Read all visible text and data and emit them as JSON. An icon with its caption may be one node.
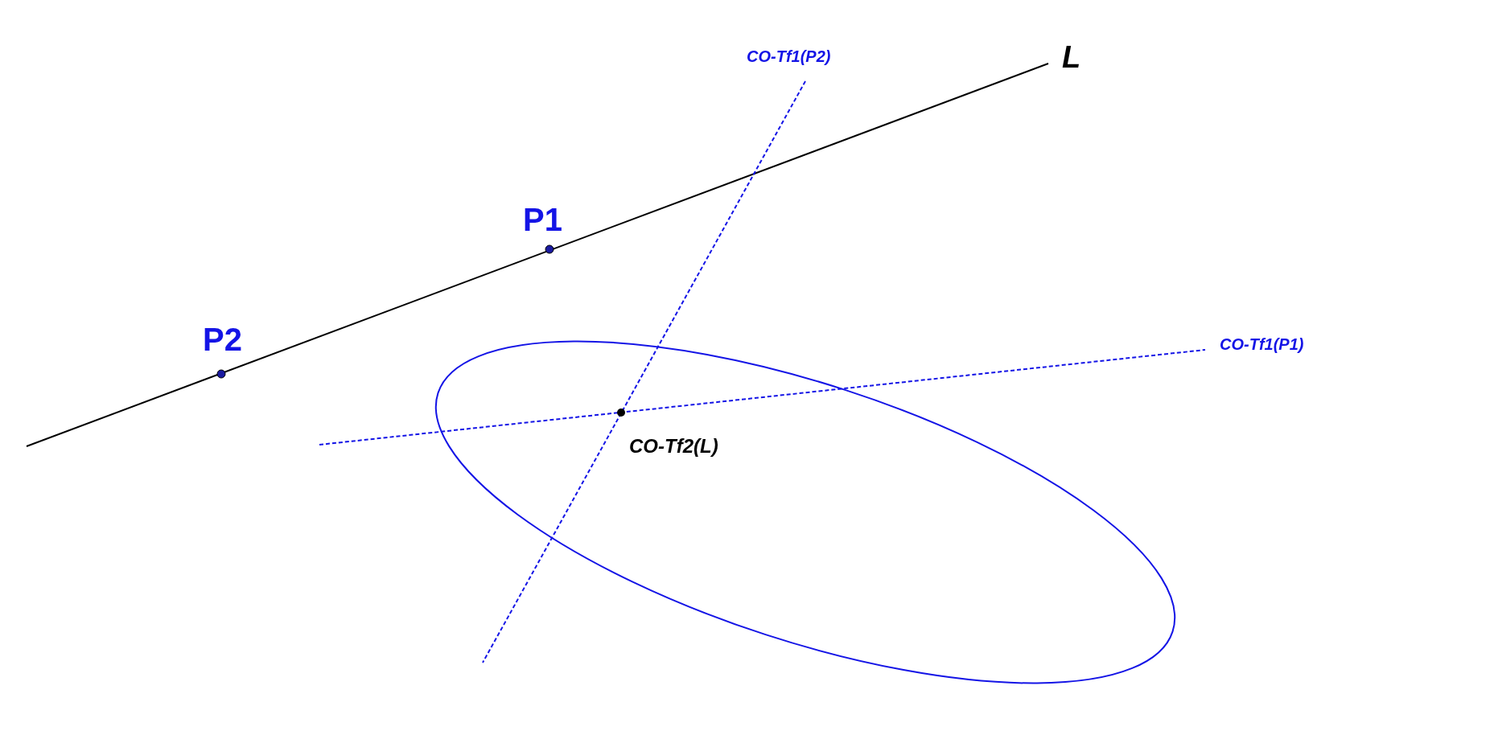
{
  "diagram": {
    "labels": [
      "CO-Tf1(P2)",
      "L",
      "P1",
      "P2",
      "CO-Tf1(P1)",
      "CO-Tf2(L)"
    ]
  }
}
